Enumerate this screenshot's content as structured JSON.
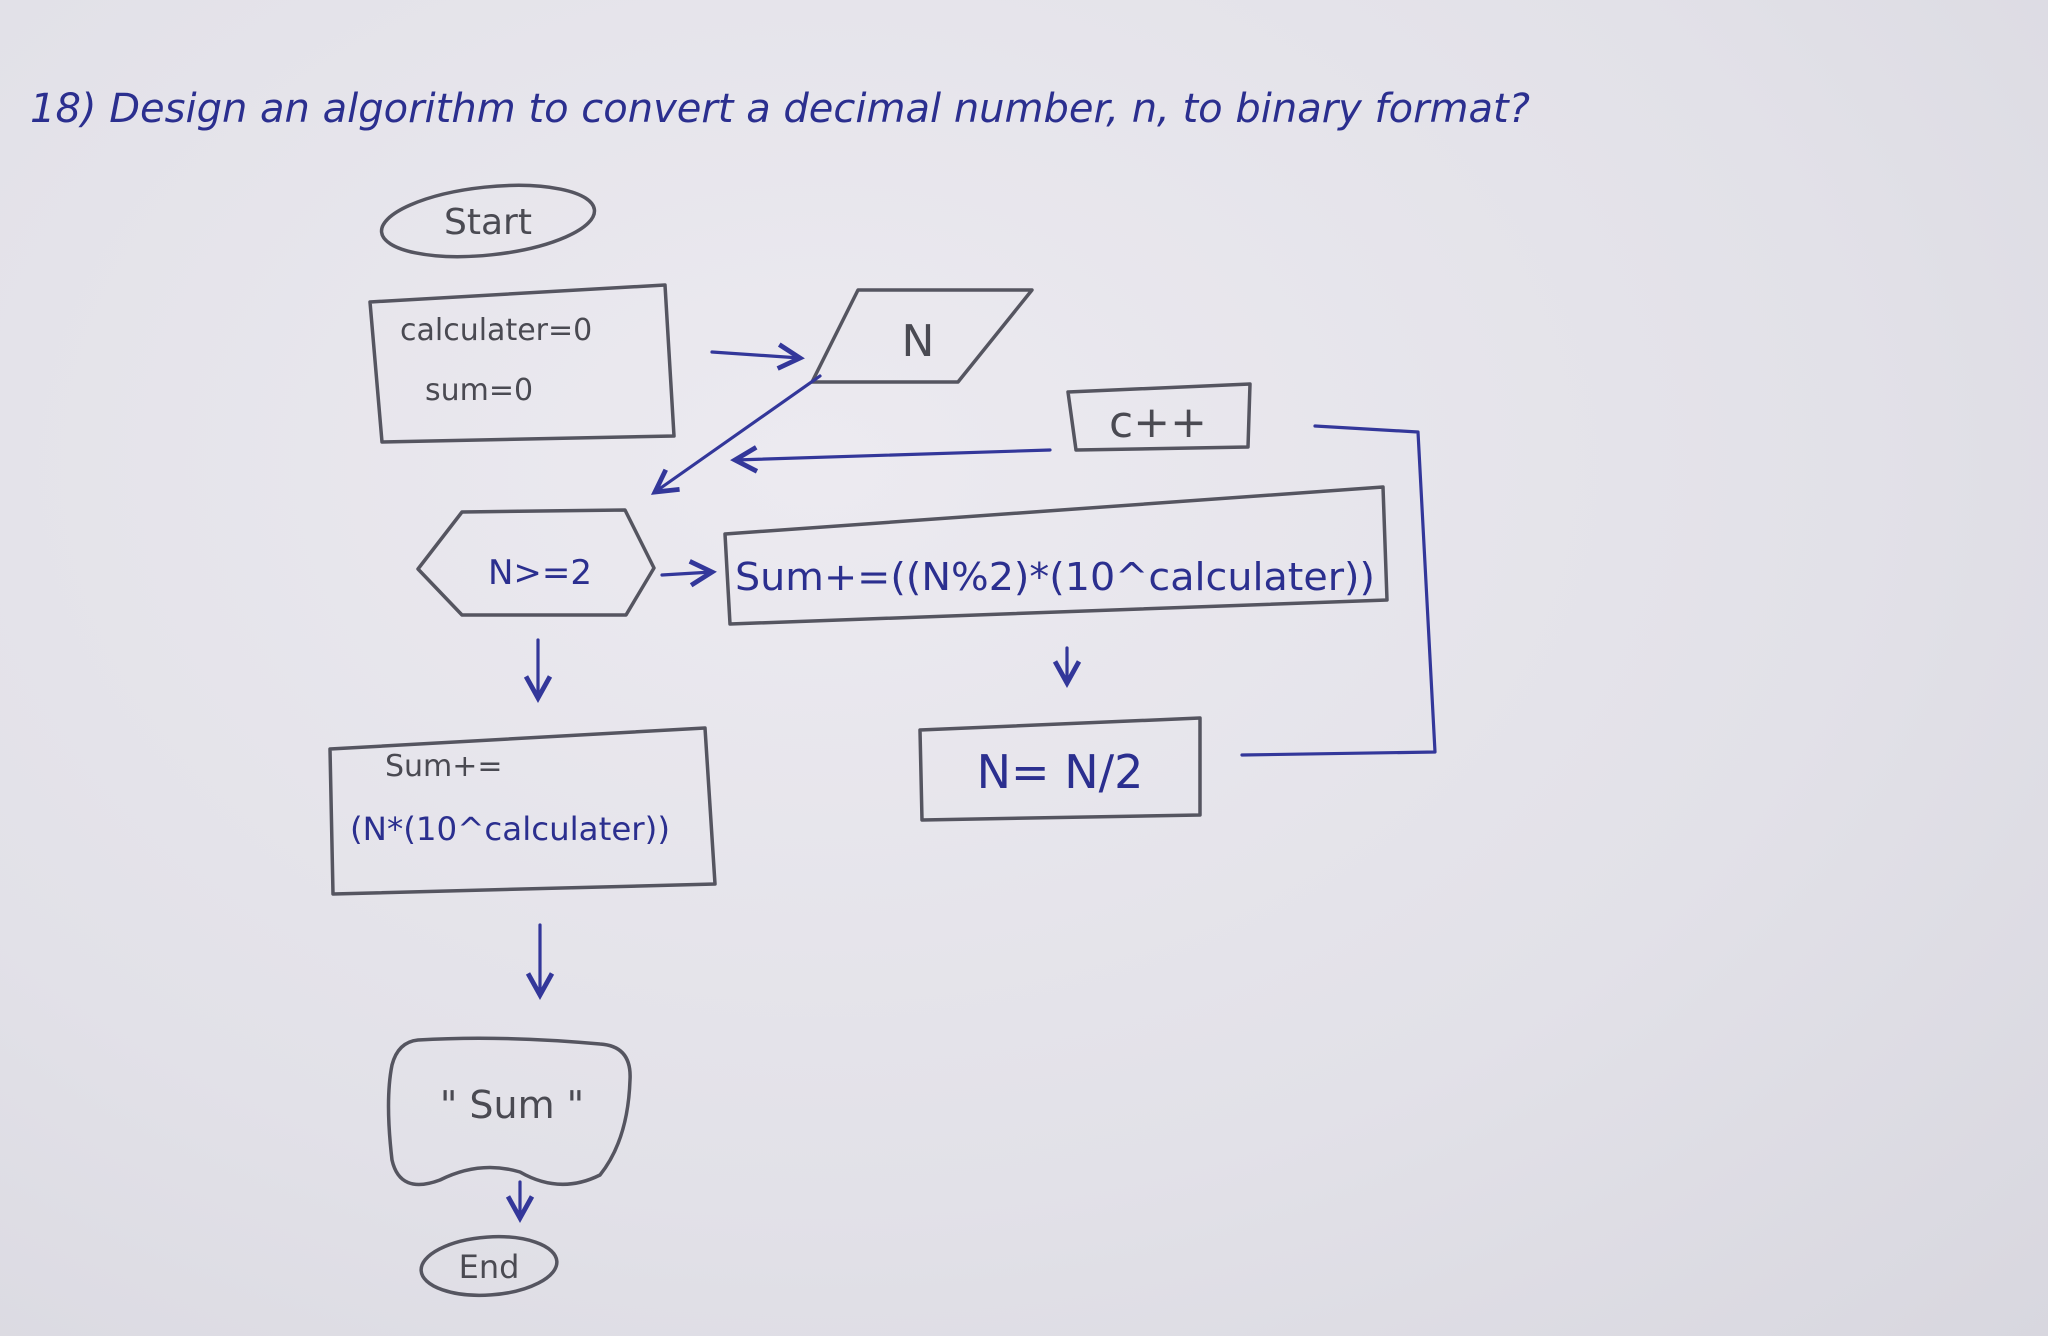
{
  "question": "18) Design an algorithm to convert a decimal number, n, to binary format?",
  "nodes": {
    "start": "Start",
    "init_line1": "calculater=0",
    "init_line2": "sum=0",
    "input": "N",
    "increment": "c++",
    "condition": "N>=2",
    "loop_body": "Sum+=((N%2)*(10^calculater))",
    "halve": "N= N/2",
    "final_line1": "Sum+=",
    "final_line2": "(N*(10^calculater))",
    "output": "\" Sum \"",
    "end": "End"
  },
  "colors": {
    "paper": "#e4e3ea",
    "pencil": "#555560",
    "pen": "#33379a"
  }
}
